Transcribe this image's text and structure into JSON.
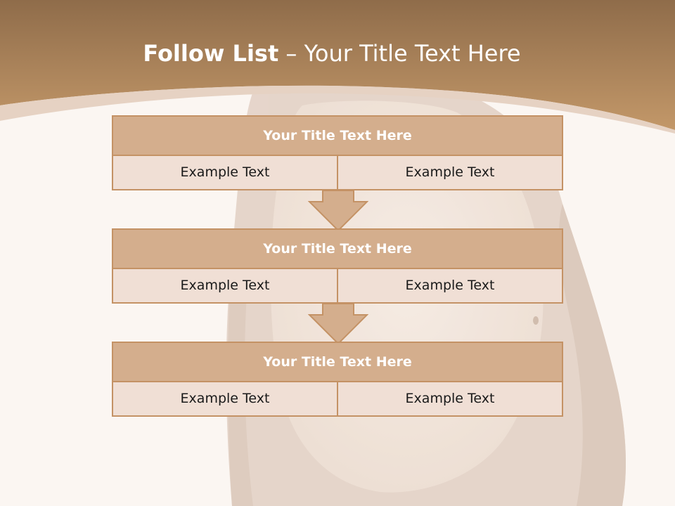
{
  "slide": {
    "title_bold": "Follow List",
    "title_rest": " – Your Title Text Here"
  },
  "blocks": [
    {
      "title": "Your Title Text Here",
      "cells": [
        "Example Text",
        "Example Text"
      ]
    },
    {
      "title": "Your Title Text Here",
      "cells": [
        "Example Text",
        "Example Text"
      ]
    },
    {
      "title": "Your Title Text Here",
      "cells": [
        "Example Text",
        "Example Text"
      ]
    }
  ],
  "colors": {
    "header_band": "#b98a5c",
    "block_title_fill": "#d4ae8d",
    "block_cell_fill": "#f0dfd5",
    "border": "#c49265"
  }
}
